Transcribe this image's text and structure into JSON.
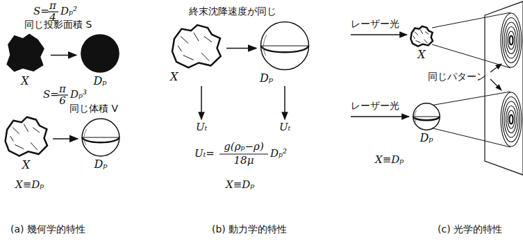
{
  "diagram": {
    "nodes": [
      {
        "text": [
          "X"
        ]
      },
      {
        "text": [
          "Dₚ"
        ]
      },
      {
        "text": [
          "X"
        ]
      },
      {
        "text": [
          "Dₚ"
        ]
      },
      {
        "text": [
          "X"
        ]
      },
      {
        "text": [
          "Dₚ"
        ]
      },
      {
        "text": [
          "X"
        ]
      },
      {
        "text": [
          "Dₚ"
        ]
      }
    ],
    "edges": [
      {
        "from": 0,
        "to": 1,
        "arrow": "to"
      },
      {
        "from": 2,
        "to": 3,
        "arrow": "to"
      },
      {
        "from": 4,
        "to": 5,
        "arrow": "to"
      }
    ],
    "labels": [
      "S=",
      "π",
      "4",
      "Dₚ²",
      "同じ投影面積 S",
      "S=",
      "π",
      "6",
      "Dₚ³",
      "同じ体積 V",
      "X≡Dₚ",
      "(a) 幾何学的特性",
      "終末沈降速度が同じ",
      "Uₜ",
      "Uₜ",
      "Uₜ=",
      "g(ρₚ−ρ)",
      "18μ",
      "Dₚ²",
      "X≡Dₚ",
      "(b) 動力学的特性",
      "レーザー光",
      "同じパターン",
      "レーザー光",
      "X≡Dₚ",
      "(c) 光学的特性"
    ]
  }
}
